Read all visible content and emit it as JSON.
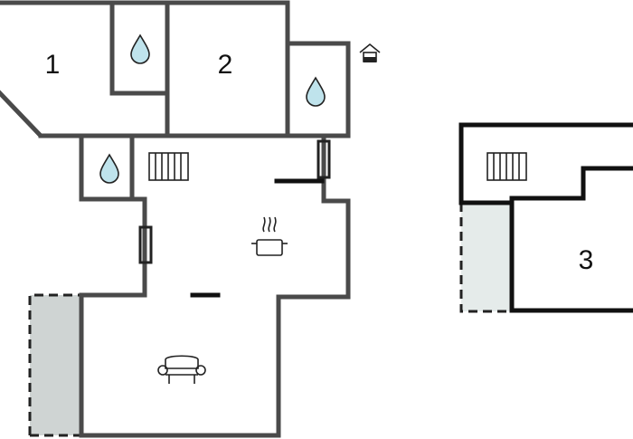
{
  "rooms": [
    {
      "label": "1"
    },
    {
      "label": "2"
    },
    {
      "label": "3"
    }
  ],
  "icons": {
    "water": "water-drop-icon",
    "heater": "radiator-icon",
    "kitchen": "cooking-pot-icon",
    "living": "sofa-icon",
    "exit": "entrance-icon"
  },
  "colors": {
    "wall": "#4a4a4a",
    "terrace": "#cfd4d3",
    "water": "#bfe3ec"
  }
}
